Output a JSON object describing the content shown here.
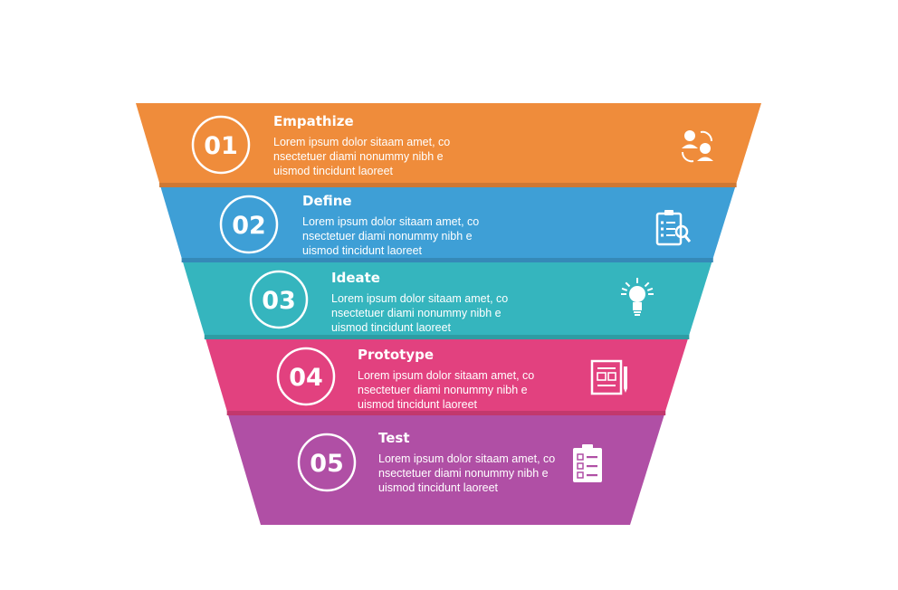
{
  "stages": [
    {
      "number": "01",
      "title": "Empathize",
      "lines": [
        "Lorem ipsum dolor sitaam amet, co",
        "nsectetuer diami nonummy  nibh e",
        "uismod tincidunt laoreet"
      ],
      "color": "#EF8C3B",
      "icon": "people-exchange-icon"
    },
    {
      "number": "02",
      "title": "Define",
      "lines": [
        "Lorem ipsum dolor sitaam amet, co",
        "nsectetuer diami nonummy  nibh e",
        "uismod tincidunt laoreet"
      ],
      "color": "#3E9FD6",
      "icon": "clipboard-search-icon"
    },
    {
      "number": "03",
      "title": "Ideate",
      "lines": [
        "Lorem ipsum dolor sitaam amet, co",
        "nsectetuer diami nonummy  nibh e",
        "uismod tincidunt laoreet"
      ],
      "color": "#35B5BE",
      "icon": "lightbulb-icon"
    },
    {
      "number": "04",
      "title": "Prototype",
      "lines": [
        "Lorem ipsum dolor sitaam amet, co",
        "nsectetuer diami nonummy  nibh e",
        "uismod tincidunt laoreet"
      ],
      "color": "#E2417F",
      "icon": "blueprint-icon"
    },
    {
      "number": "05",
      "title": "Test",
      "lines": [
        "Lorem ipsum dolor sitaam amet, co",
        "nsectetuer diami nonummy  nibh e",
        "uismod tincidunt laoreet"
      ],
      "color": "#B04FA5",
      "icon": "checklist-icon"
    }
  ]
}
